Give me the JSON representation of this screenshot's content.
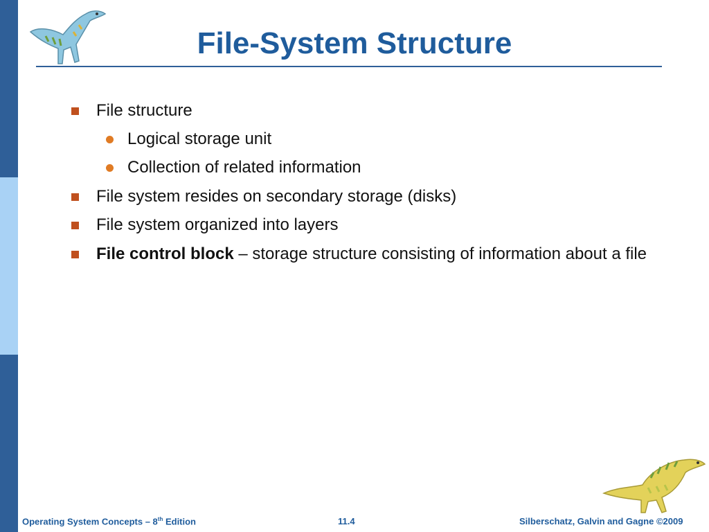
{
  "slide": {
    "title": "File-System Structure",
    "bullets": [
      {
        "level": 1,
        "text": "File structure"
      },
      {
        "level": 2,
        "text": "Logical storage unit"
      },
      {
        "level": 2,
        "text": "Collection of related information"
      },
      {
        "level": 1,
        "text": "File system resides on secondary storage (disks)"
      },
      {
        "level": 1,
        "text": "File system organized into layers"
      },
      {
        "level": 1,
        "bold": "File control block",
        "text": " – storage structure consisting of information about a file"
      }
    ]
  },
  "footer": {
    "left_prefix": "Operating System Concepts – 8",
    "left_sup": "th",
    "left_suffix": " Edition",
    "center": "11.4",
    "right": "Silberschatz, Galvin and Gagne ©2009"
  },
  "colors": {
    "sidebar_dark": "#2f5f98",
    "sidebar_light": "#a9d2f5",
    "title": "#1f5c9c",
    "square_bullet": "#c0501e",
    "dot_bullet": "#e07b24"
  },
  "icons": [
    "dinosaur-logo-top",
    "dinosaur-logo-bottom"
  ]
}
